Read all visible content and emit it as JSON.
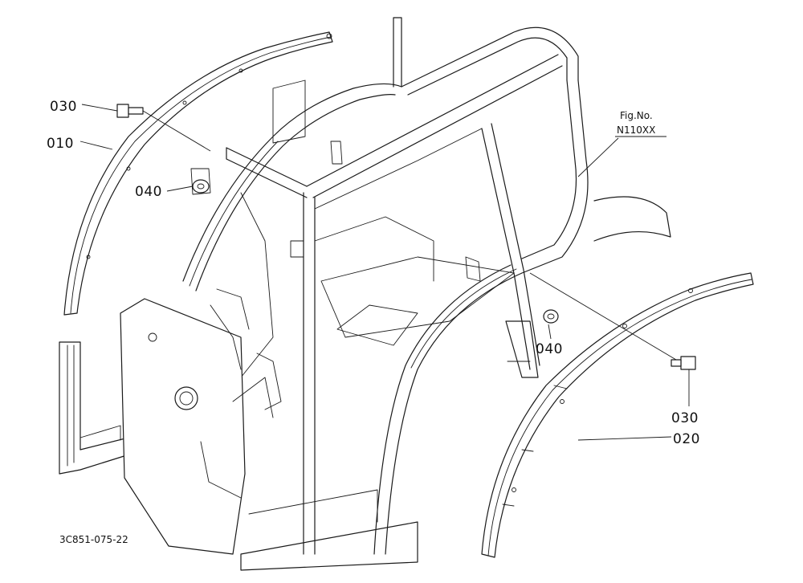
{
  "callouts": {
    "part_010": "010",
    "part_020": "020",
    "part_030_top": "030",
    "part_030_bottom": "030",
    "part_040_left": "040",
    "part_040_right": "040"
  },
  "figure_ref": {
    "line1": "Fig.No.",
    "line2": "N110XX"
  },
  "drawing_code": "3C851-075-22"
}
